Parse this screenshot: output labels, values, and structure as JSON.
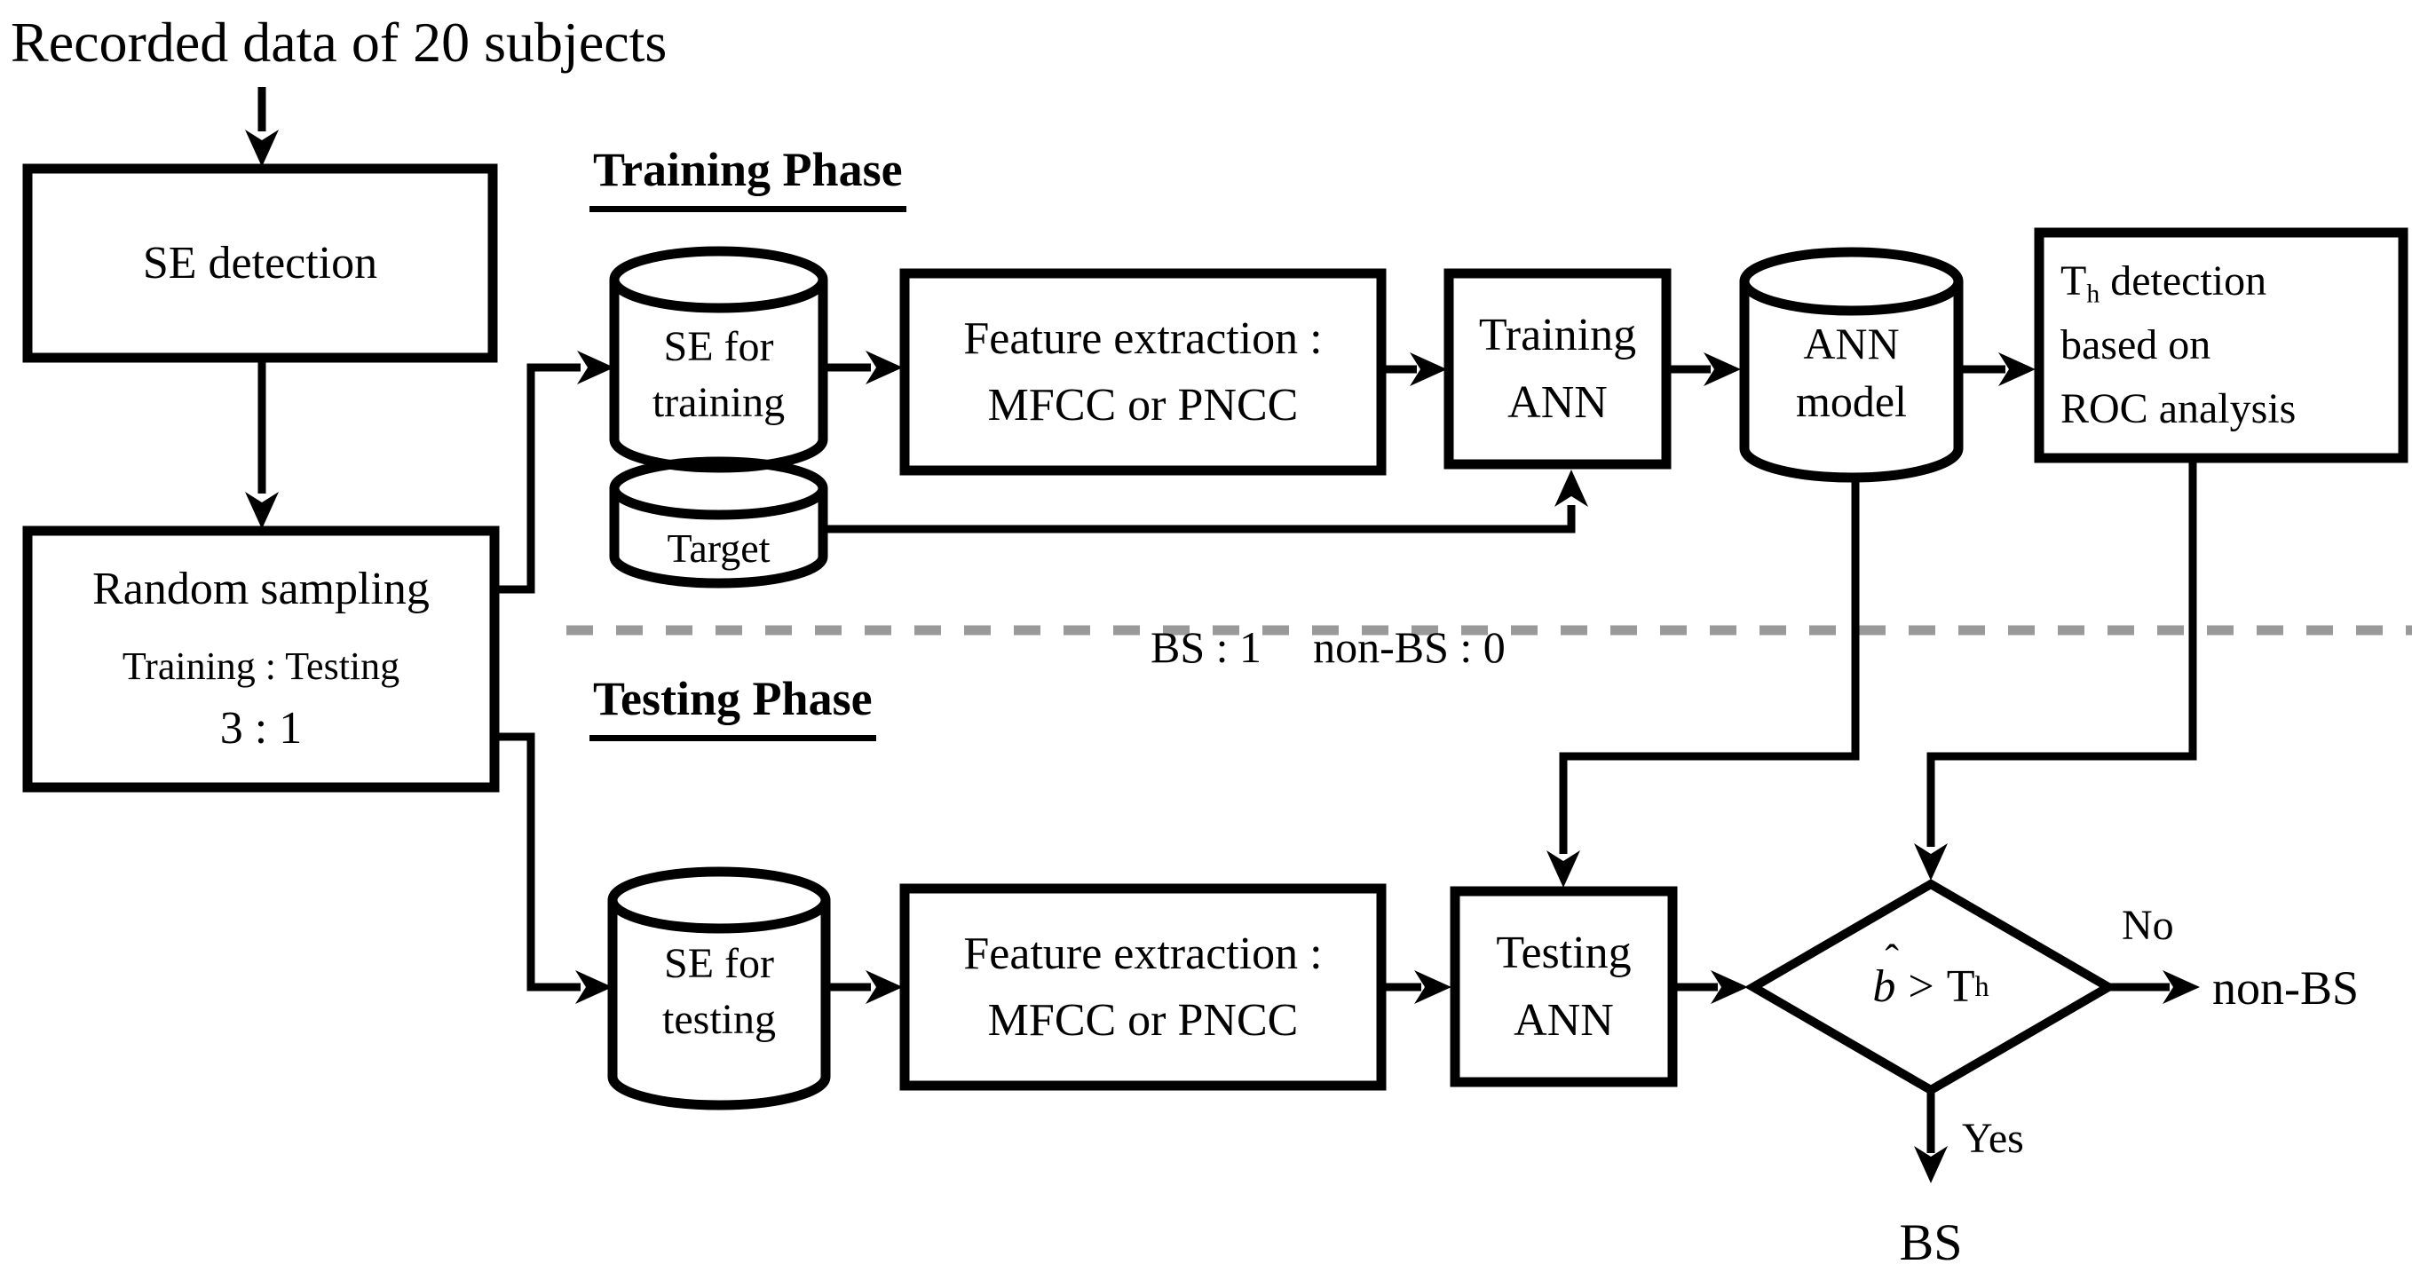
{
  "colors": {
    "ink": "#000000",
    "divider": "#999999",
    "background": "#ffffff"
  },
  "title": "Recorded data of 20 subjects",
  "headings": {
    "training_phase": "Training Phase",
    "testing_phase": "Testing Phase"
  },
  "nodes": {
    "se_detection": "SE detection",
    "random_sampling": {
      "line1": "Random sampling",
      "line2": "Training : Testing",
      "line3": "3 : 1"
    },
    "se_training": "SE for\ntraining",
    "target": "Target",
    "feature_extraction_training": "Feature extraction :\nMFCC or PNCC",
    "training_ann": "Training\nANN",
    "ann_model": "ANN\nmodel",
    "th_detection": {
      "t": "T",
      "sub": "h",
      "line1_rest": " detection",
      "line2": "based on",
      "line3": "ROC analysis"
    },
    "se_testing": "SE for\ntesting",
    "feature_extraction_testing": "Feature extraction :\nMFCC or PNCC",
    "testing_ann": "Testing\nANN",
    "decision": {
      "b": "b",
      "hat": "ˆ",
      "op": ">",
      "t": "T",
      "sub": "h"
    }
  },
  "annotations": {
    "target_legend_left": "BS : 1",
    "target_legend_right": "non-BS : 0",
    "no": "No",
    "yes": "Yes",
    "non_bs": "non-BS",
    "bs": "BS"
  }
}
